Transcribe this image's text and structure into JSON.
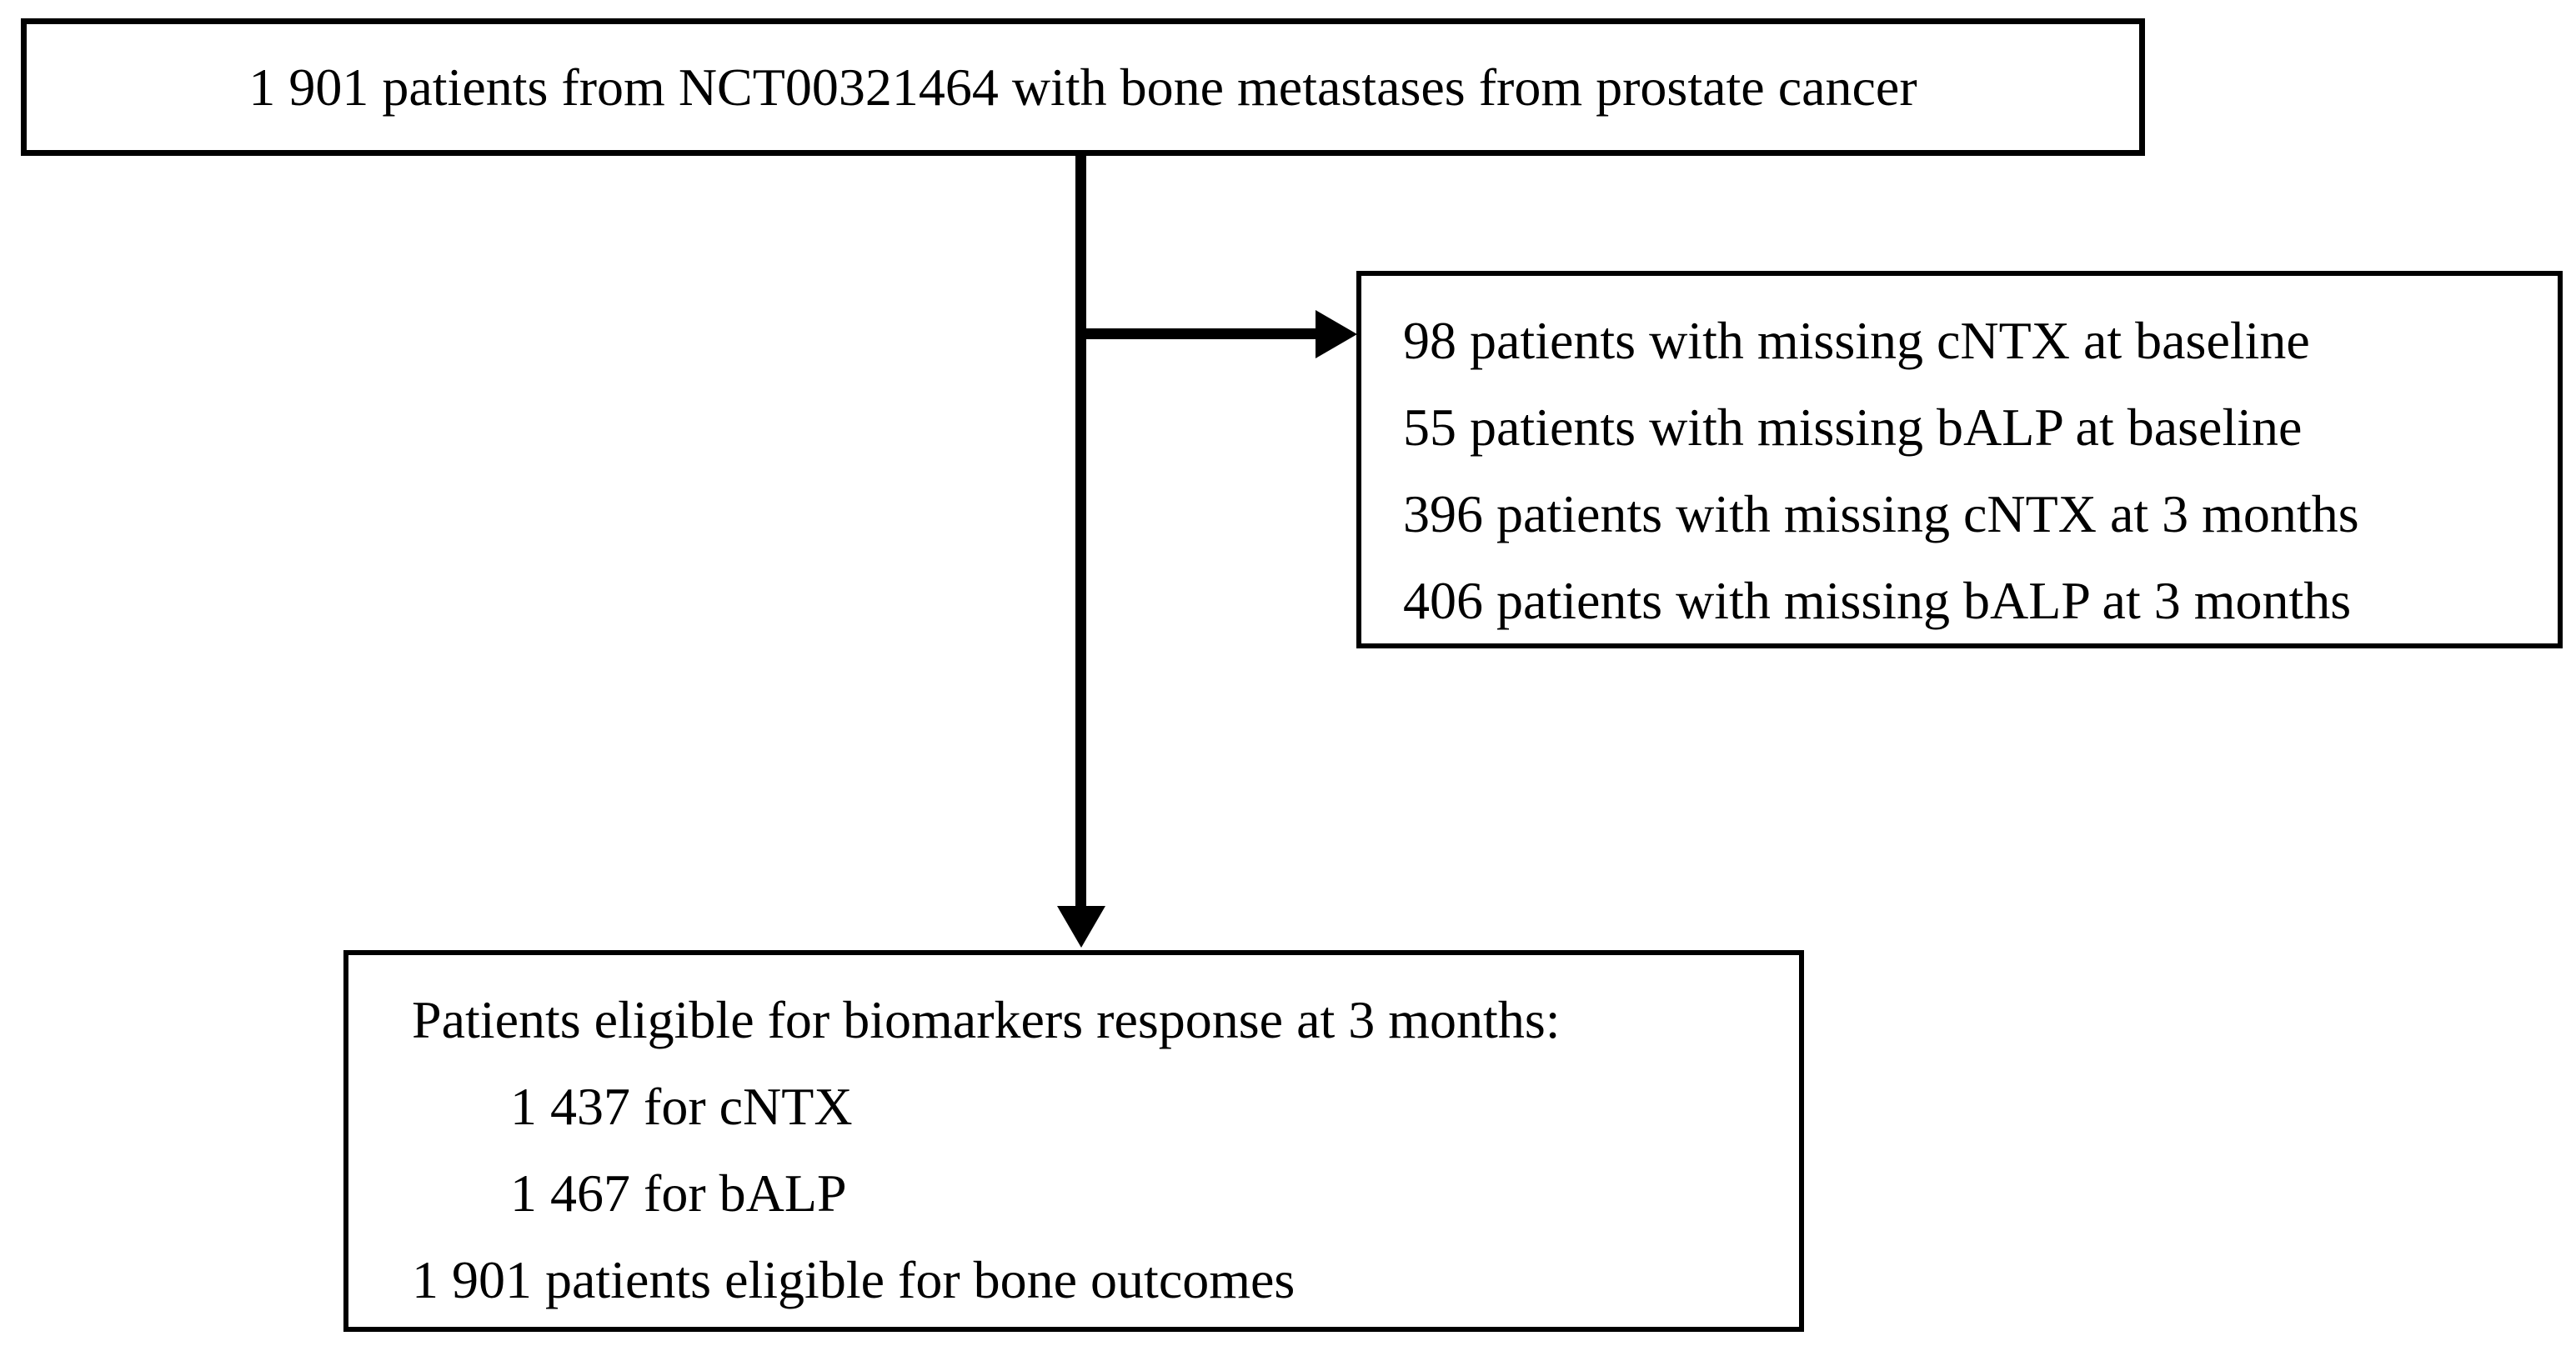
{
  "flow": {
    "colors": {
      "background": "#ffffff",
      "border": "#000000",
      "text": "#000000",
      "arrow": "#000000"
    },
    "enrollment": {
      "text": "1 901 patients from NCT00321464 with bone metastases from prostate cancer"
    },
    "exclusions": {
      "lines": [
        "98 patients with missing cNTX at baseline",
        "55 patients with missing bALP at baseline",
        "396 patients with missing cNTX at 3 months",
        "406 patients with missing bALP at 3 months"
      ]
    },
    "outcome": {
      "title": "Patients eligible for biomarkers response at 3 months:",
      "indented_lines": [
        "1 437 for cNTX",
        "1 467 for bALP"
      ],
      "footer": "1 901 patients eligible for bone outcomes"
    },
    "icons": {
      "down_arrow": "arrow-down-icon",
      "right_arrow": "arrow-right-icon"
    }
  }
}
